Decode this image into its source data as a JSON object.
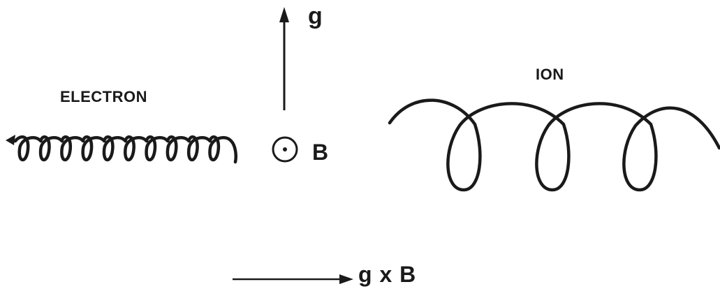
{
  "labels": {
    "gravity": "g",
    "electron": "ELECTRON",
    "ion": "ION",
    "magnetic_field": "B",
    "drift_direction": "g x B"
  },
  "colors": {
    "ink": "#1a1a1a",
    "background": "#ffffff"
  },
  "elements": {
    "electron_loops": 10,
    "ion_loops": 3
  }
}
